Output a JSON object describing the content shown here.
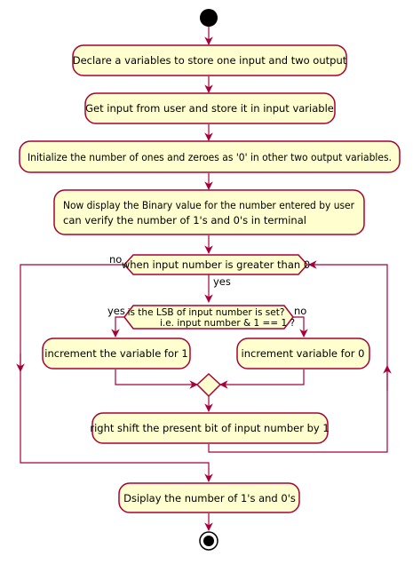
{
  "activities": {
    "declare": "Declare a variables to store one input and two output",
    "get_input": "Get input from user and store it in input variable",
    "initialize": "Initialize the number of ones and zeroes as '0' in other two output variables.",
    "display_line1": "Now display the Binary value for the number entered by user",
    "display_line2": "can verify the number of 1's and 0's in terminal",
    "increment_one": "increment the variable for 1",
    "increment_zero": "increment variable for 0",
    "shift": "right shift the present bit of input number by 1",
    "final": "Dsiplay the number of 1's and 0's"
  },
  "loop": {
    "condition": "when input number is greater than 0",
    "yes_label": "yes",
    "no_label": "no"
  },
  "decision": {
    "condition_line1": "is the LSB of input number is set?",
    "condition_line2": "i.e. input number & 1 == 1 ?",
    "yes_label": "yes",
    "no_label": "no"
  },
  "colors": {
    "node_fill": "#FEFECE",
    "border": "#A80036",
    "start_end": "#000000"
  }
}
